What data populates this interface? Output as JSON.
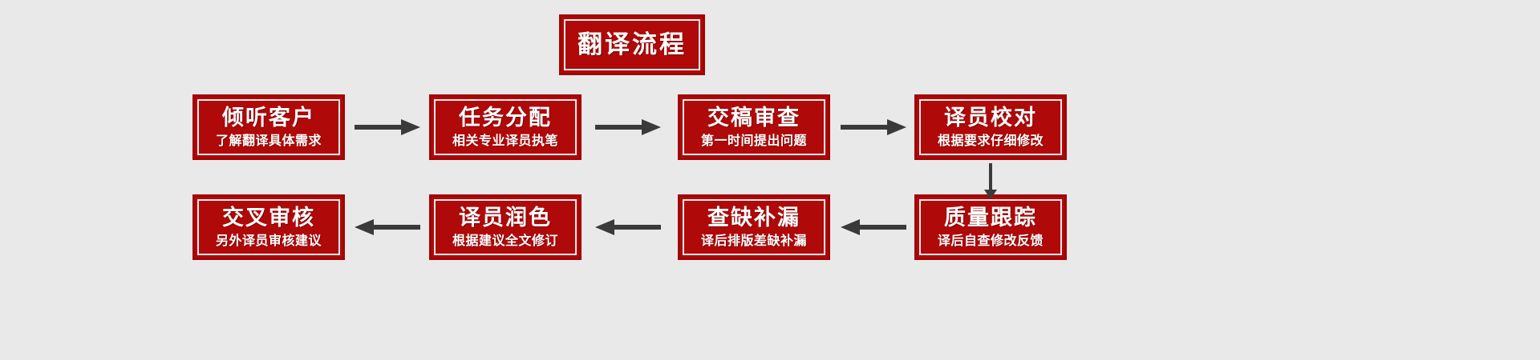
{
  "diagram": {
    "type": "flowchart",
    "title": "翻译流程",
    "background_color": "#e9e9e9",
    "box_color": "#b00909",
    "box_border_color": "#a00505",
    "box_inner_border_color": "#f2eceb",
    "text_color": "#ffffff",
    "arrow_color": "#3a3a3a",
    "rows": 2,
    "columns": 4,
    "steps": [
      {
        "index": 1,
        "title": "倾听客户",
        "subtitle": "了解翻译具体需求",
        "row": 1,
        "column": 1
      },
      {
        "index": 2,
        "title": "任务分配",
        "subtitle": "相关专业译员执笔",
        "row": 1,
        "column": 2
      },
      {
        "index": 3,
        "title": "交稿审查",
        "subtitle": "第一时间提出问题",
        "row": 1,
        "column": 3
      },
      {
        "index": 4,
        "title": "译员校对",
        "subtitle": "根据要求仔细修改",
        "row": 1,
        "column": 4
      },
      {
        "index": 5,
        "title": "质量跟踪",
        "subtitle": "译后自查修改反馈",
        "row": 2,
        "column": 4
      },
      {
        "index": 6,
        "title": "查缺补漏",
        "subtitle": "译后排版差缺补漏",
        "row": 2,
        "column": 3
      },
      {
        "index": 7,
        "title": "译员润色",
        "subtitle": "根据建议全文修订",
        "row": 2,
        "column": 2
      },
      {
        "index": 8,
        "title": "交叉审核",
        "subtitle": "另外译员审核建议",
        "row": 2,
        "column": 1
      }
    ],
    "connectors": [
      {
        "from": 1,
        "to": 2,
        "direction": "right"
      },
      {
        "from": 2,
        "to": 3,
        "direction": "right"
      },
      {
        "from": 3,
        "to": 4,
        "direction": "right"
      },
      {
        "from": 4,
        "to": 5,
        "direction": "down"
      },
      {
        "from": 5,
        "to": 6,
        "direction": "left"
      },
      {
        "from": 6,
        "to": 7,
        "direction": "left"
      },
      {
        "from": 7,
        "to": 8,
        "direction": "left"
      }
    ]
  }
}
